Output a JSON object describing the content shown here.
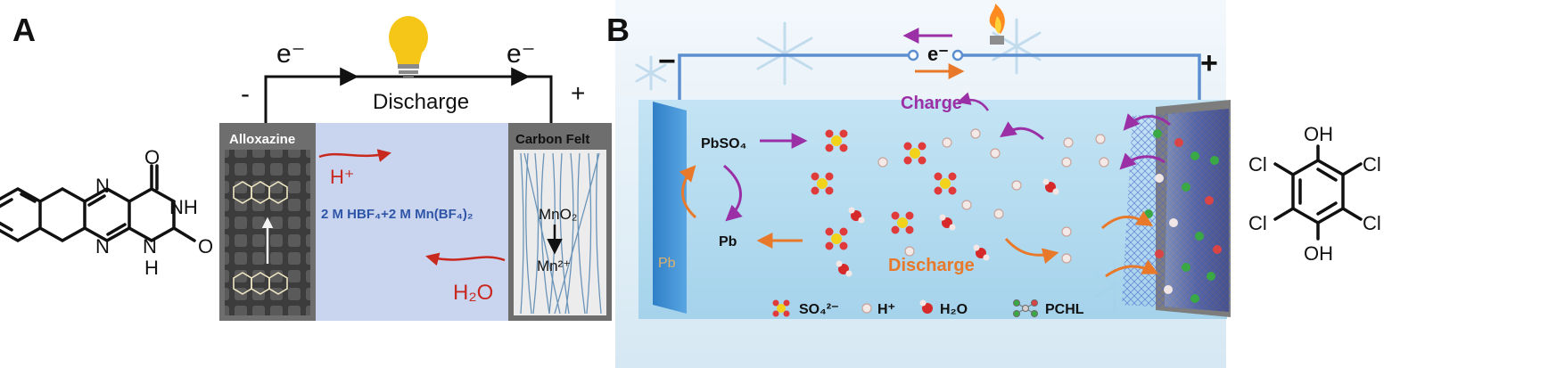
{
  "panel_a": {
    "label": "A",
    "molecule": {
      "atoms": [
        "N",
        "N",
        "O",
        "O",
        "NH",
        "N",
        "H"
      ]
    },
    "circuit": {
      "electron_left": "e⁻",
      "electron_right": "e⁻",
      "minus": "-",
      "plus": "+",
      "mode": "Discharge"
    },
    "anode_label": "Alloxazine",
    "cathode_label": "Carbon Felt",
    "proton": "H⁺",
    "electrolyte": "2 M HBF₄+2 M Mn(BF₄)₂",
    "water": "H₂O",
    "mno2": "MnO₂",
    "mn2": "Mn²⁺",
    "colors": {
      "electrolyte": "#c9d5ee",
      "arrow": "#c8281e",
      "text_blue": "#2f55a8"
    }
  },
  "panel_b": {
    "label": "B",
    "circuit": {
      "minus": "−",
      "plus": "+",
      "electron": "e⁻"
    },
    "charge_label": "Charge",
    "discharge_label": "Discharge",
    "pbso4": "PbSO₄",
    "pb": "Pb",
    "pb_plate": "Pb",
    "legend": {
      "so4": "SO₄²⁻",
      "h": "H⁺",
      "h2o": "H₂O",
      "pchl": "PCHL"
    },
    "molecule": {
      "atoms": [
        "OH",
        "Cl",
        "Cl",
        "Cl",
        "Cl",
        "OH"
      ]
    },
    "colors": {
      "charge": "#9b2fa6",
      "discharge": "#e8792a",
      "wire": "#5c8fd0"
    }
  }
}
